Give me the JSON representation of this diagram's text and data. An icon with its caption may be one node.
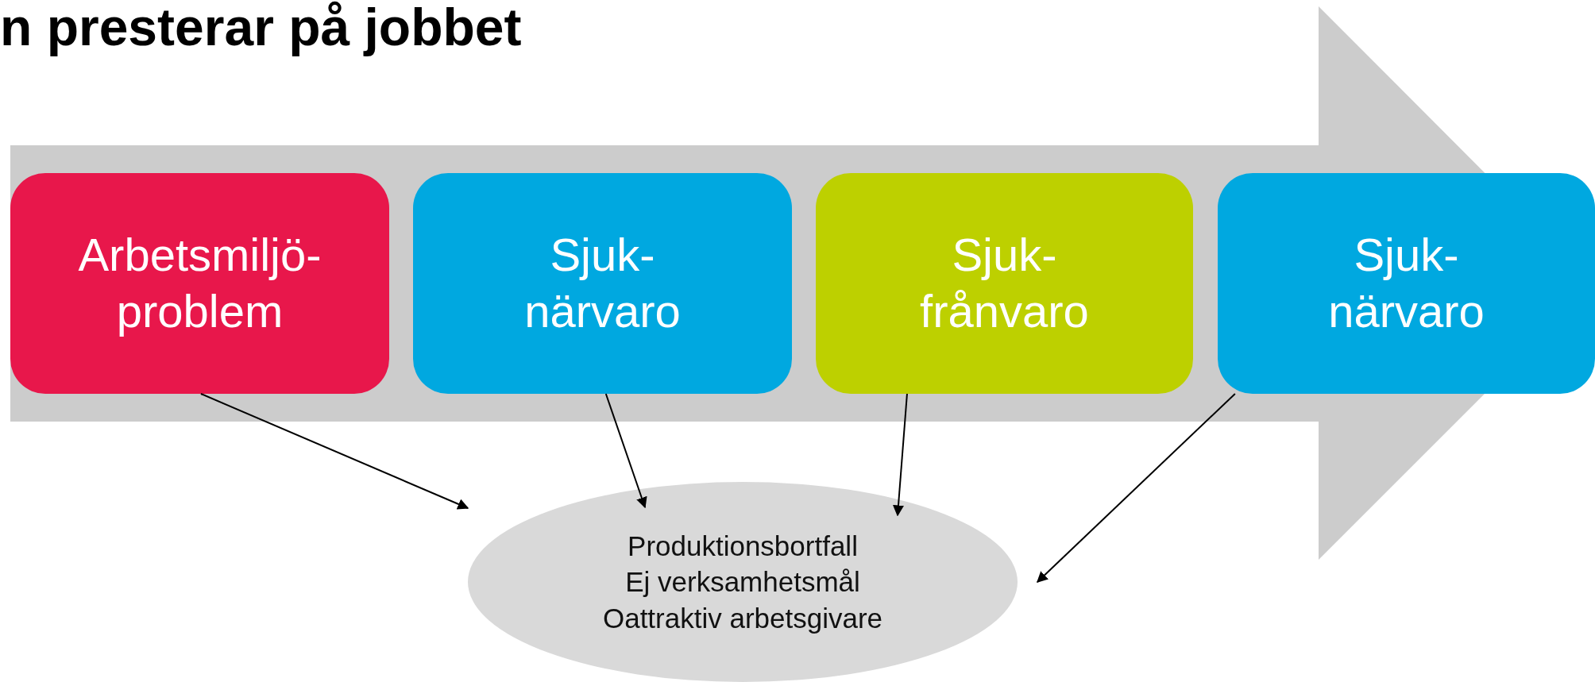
{
  "diagram": {
    "title": "n presterar på jobbet",
    "nodes": [
      {
        "text": [],
        "shape": "arrow"
      },
      {
        "text": [
          "Arbetsmiljö- problem"
        ],
        "in": 0
      },
      {
        "text": [
          "Sjuk- närvaro"
        ],
        "in": 0
      },
      {
        "text": [
          "Sjuk- frånvaro"
        ],
        "in": 0
      },
      {
        "text": [
          "Sjuk- närvaro"
        ],
        "in": 0
      },
      {
        "text": [
          "Produktionsbortfall",
          "Ej verksamhetsmål",
          "Oattraktiv arbetsgivare"
        ]
      }
    ],
    "edges": [
      {
        "from": 1,
        "to": 5,
        "arrow": "to"
      },
      {
        "from": 2,
        "to": 5,
        "arrow": "to"
      },
      {
        "from": 3,
        "to": 5,
        "arrow": "to"
      },
      {
        "from": 4,
        "to": 5,
        "arrow": "to"
      }
    ]
  }
}
